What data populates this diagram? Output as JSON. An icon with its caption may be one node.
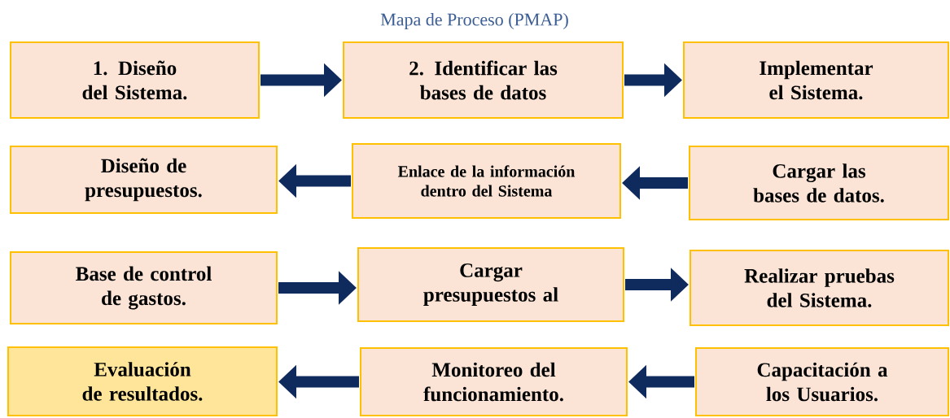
{
  "diagram": {
    "title": "Mapa de Proceso (PMAP)",
    "nodes": [
      {
        "text": [
          "1. Diseño del Sistema."
        ]
      },
      {
        "text": [
          "2. Identificar las bases de datos"
        ]
      },
      {
        "text": [
          "Implementar el Sistema."
        ]
      },
      {
        "text": [
          "Diseño de presupuestos."
        ]
      },
      {
        "text": [
          "Enlace de la información dentro del Sistema"
        ]
      },
      {
        "text": [
          "Cargar las bases de datos."
        ]
      },
      {
        "text": [
          "Base de control de gastos."
        ]
      },
      {
        "text": [
          "Cargar presupuestos al"
        ]
      },
      {
        "text": [
          "Realizar pruebas del Sistema."
        ]
      },
      {
        "text": [
          "Evaluación de resultados."
        ]
      },
      {
        "text": [
          "Monitoreo del funcionamiento."
        ]
      },
      {
        "text": [
          "Capacitación a los Usuarios."
        ]
      }
    ],
    "edges": [
      {
        "from": 0,
        "to": 1,
        "arrow": "to"
      },
      {
        "from": 1,
        "to": 2,
        "arrow": "to"
      },
      {
        "from": 5,
        "to": 4,
        "arrow": "to"
      },
      {
        "from": 4,
        "to": 3,
        "arrow": "to"
      },
      {
        "from": 6,
        "to": 7,
        "arrow": "to"
      },
      {
        "from": 7,
        "to": 8,
        "arrow": "to"
      },
      {
        "from": 11,
        "to": 10,
        "arrow": "to"
      },
      {
        "from": 10,
        "to": 9,
        "arrow": "to"
      }
    ]
  }
}
